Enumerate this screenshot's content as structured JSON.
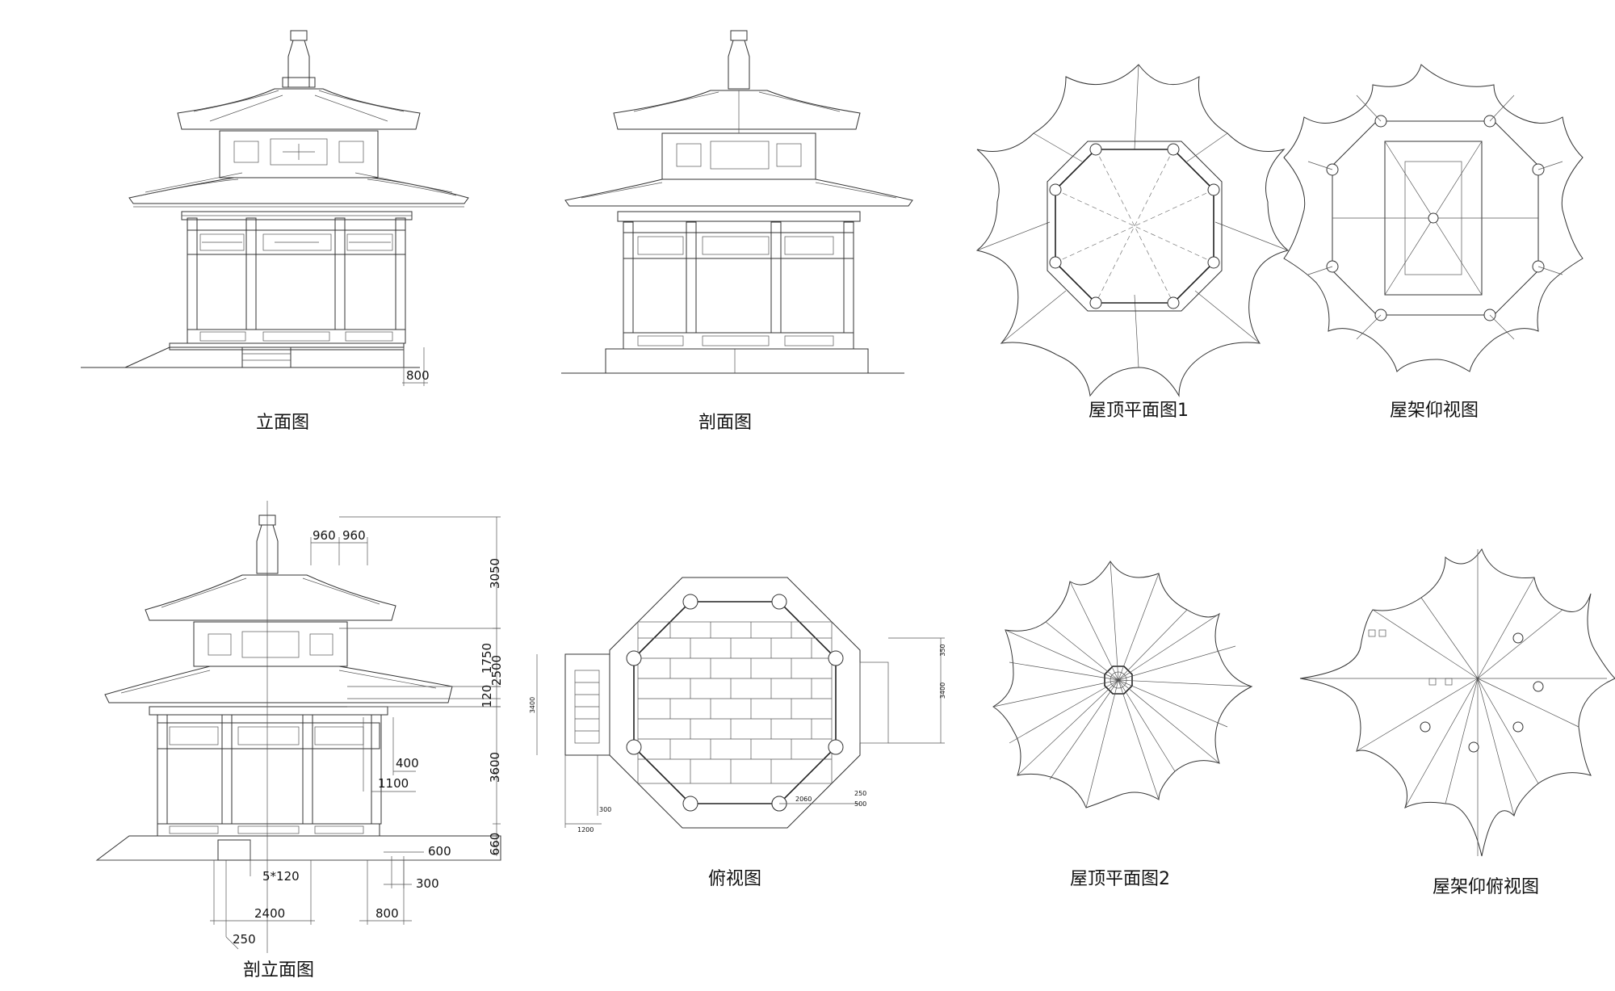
{
  "drawings": [
    {
      "id": "elevation",
      "title": "立面图"
    },
    {
      "id": "section",
      "title": "剖面图"
    },
    {
      "id": "roof-plan-1",
      "title": "屋顶平面图1"
    },
    {
      "id": "roof-frame-bottom",
      "title": "屋架仰视图"
    },
    {
      "id": "section-elevation",
      "title": "剖立面图"
    },
    {
      "id": "top-view",
      "title": "俯视图"
    },
    {
      "id": "roof-plan-2",
      "title": "屋顶平面图2"
    },
    {
      "id": "roof-frame-combined",
      "title": "屋架仰俯视图"
    }
  ],
  "dimensions": {
    "elevation_step": "800",
    "eave_1": "960",
    "eave_2": "960",
    "h_top": "3050",
    "h_mid": "1750",
    "h_120": "120",
    "h_2500": "2500",
    "h_col": "3600",
    "h_base": "660",
    "w_400": "400",
    "w_1100": "1100",
    "w_600": "600",
    "w_300": "300",
    "steps": "5*120",
    "w_2400": "2400",
    "w_800": "800",
    "w_250": "250",
    "tv_left": "3400",
    "tv_right": "3400",
    "tv_top": "350",
    "tv_300": "300",
    "tv_1200": "1200",
    "tv_2060": "2060",
    "tv_250": "250",
    "tv_500": "500"
  }
}
